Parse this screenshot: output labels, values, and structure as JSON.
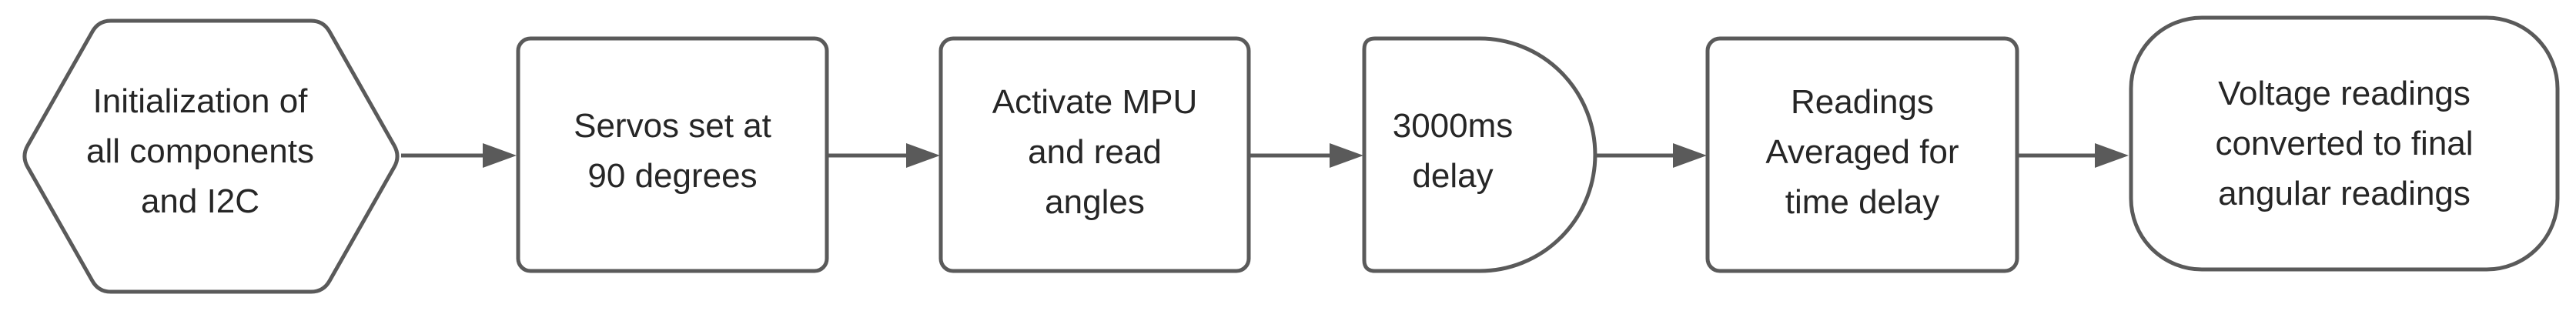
{
  "diagram": {
    "type": "flowchart",
    "direction": "left-to-right",
    "background_color": "#ffffff",
    "shape_stroke_color": "#5a5a5a",
    "shape_fill_color": "#ffffff",
    "arrow_color": "#5a5a5a",
    "text_color": "#262626",
    "nodes": [
      {
        "id": "initialization",
        "shape": "hexagon",
        "label": "Initialization of\nall components\nand I2C"
      },
      {
        "id": "servos-90",
        "shape": "rounded-rectangle",
        "label": "Servos set at\n90 degrees"
      },
      {
        "id": "activate-mpu",
        "shape": "rounded-rectangle",
        "label": "Activate MPU\nand read\nangles"
      },
      {
        "id": "delay-3000ms",
        "shape": "delay",
        "label": "3000ms\ndelay"
      },
      {
        "id": "readings-averaged",
        "shape": "rounded-rectangle",
        "label": "Readings\nAveraged for\ntime delay"
      },
      {
        "id": "voltage-conversion",
        "shape": "terminator",
        "label": "Voltage readings\nconverted to final\nangular readings"
      }
    ],
    "edges": [
      {
        "from": "initialization",
        "to": "servos-90"
      },
      {
        "from": "servos-90",
        "to": "activate-mpu"
      },
      {
        "from": "activate-mpu",
        "to": "delay-3000ms"
      },
      {
        "from": "delay-3000ms",
        "to": "readings-averaged"
      },
      {
        "from": "readings-averaged",
        "to": "voltage-conversion"
      }
    ]
  }
}
